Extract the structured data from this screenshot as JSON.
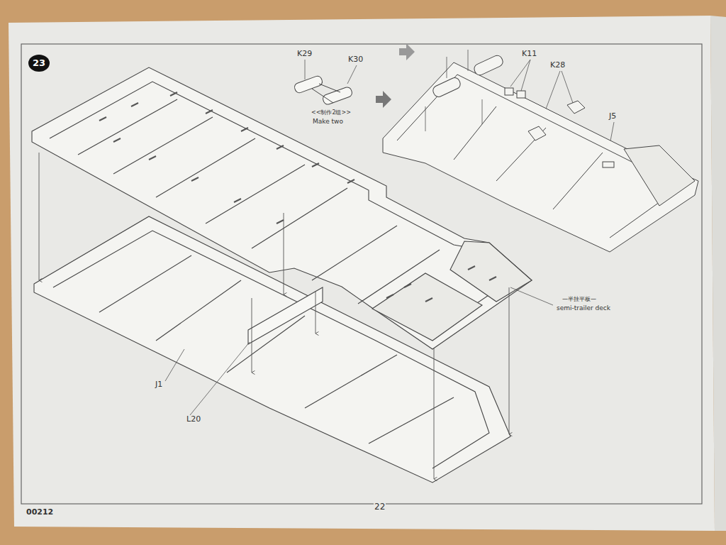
{
  "diagram": {
    "labels": [
      "23",
      "K29",
      "K30",
      "<<制作2组>>",
      "Make two",
      "K11",
      "K28",
      "J5",
      "J1",
      "L20",
      "—半挂平板—",
      "semi-trailer deck",
      "00212",
      "22"
    ]
  }
}
